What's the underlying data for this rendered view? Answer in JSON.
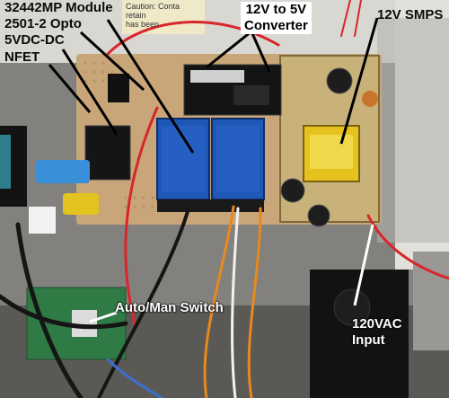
{
  "annotations": {
    "module": "32442MP Module",
    "opto": "2501-2 Opto",
    "dcdc": "5VDC-DC",
    "nfet": "NFET",
    "converter": "12V to 5V\nConverter",
    "smps": "12V SMPS",
    "switch": "Auto/Man Switch",
    "input": "120VAC\nInput"
  },
  "background_text": {
    "caution": "Caution: Conta\nretain \nhas been"
  },
  "colors": {
    "wire_red": "#d8262a",
    "wire_orange": "#e7891e",
    "wire_white": "#f2f2f2",
    "wire_black": "#151515",
    "relay_blue": "#1f57b7",
    "pcb_green": "#2f7a45",
    "perfboard": "#c9a679",
    "capacitor_yellow": "#e6c21f"
  }
}
